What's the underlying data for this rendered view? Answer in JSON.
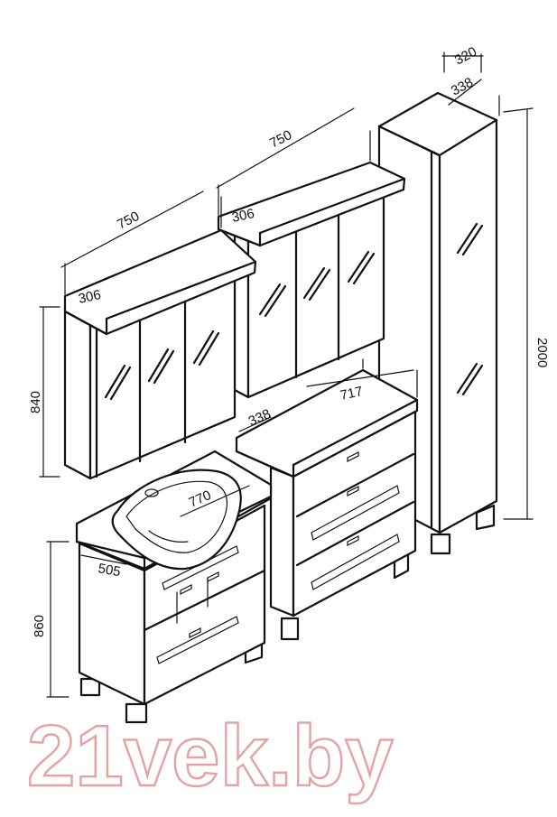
{
  "dimensions": {
    "mirror_left_width": "750",
    "mirror_left_depth": "306",
    "mirror_left_height": "840",
    "mirror_right_width": "750",
    "mirror_right_depth": "306",
    "column_depth_top": "320",
    "column_depth": "338",
    "column_height": "2000",
    "dresser_depth": "338",
    "dresser_width": "717",
    "vanity_sink_width": "770",
    "vanity_depth": "505",
    "vanity_height": "860"
  },
  "watermark": "21vek.by"
}
